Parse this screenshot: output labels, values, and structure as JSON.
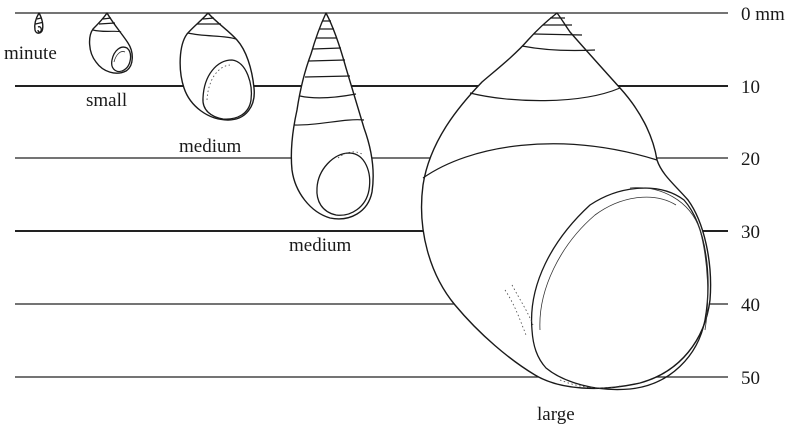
{
  "scale": {
    "unit": "mm",
    "ticks": [
      {
        "value": 0,
        "label": "0 mm"
      },
      {
        "value": 10,
        "label": "10"
      },
      {
        "value": 20,
        "label": "20"
      },
      {
        "value": 30,
        "label": "30"
      },
      {
        "value": 40,
        "label": "40"
      },
      {
        "value": 50,
        "label": "50"
      }
    ]
  },
  "shells": [
    {
      "label": "minute"
    },
    {
      "label": "small"
    },
    {
      "label": "medium"
    },
    {
      "label": "medium"
    },
    {
      "label": "large"
    }
  ]
}
